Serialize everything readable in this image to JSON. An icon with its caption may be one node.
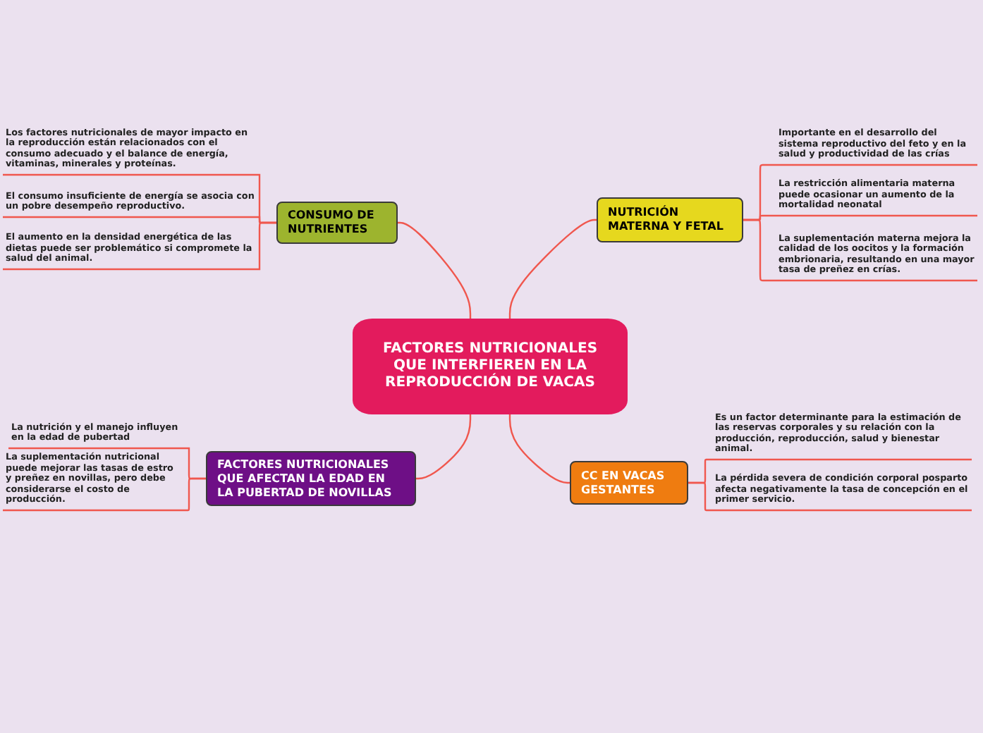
{
  "diagram": {
    "nodes": [
      {
        "text": [
          "FACTORES NUTRICIONALES QUE INTERFIEREN EN LA REPRODUCCIÓN DE VACAS"
        ]
      },
      {
        "text": [
          "CONSUMO DE NUTRIENTES"
        ]
      },
      {
        "text": [
          "NUTRICIÓN MATERNA Y FETAL"
        ]
      },
      {
        "text": [
          "FACTORES NUTRICIONALES QUE AFECTAN LA EDAD EN LA PUBERTAD DE NOVILLAS"
        ]
      },
      {
        "text": [
          "CC EN VACAS GESTANTES"
        ]
      },
      {
        "text": [
          "Los factores nutricionales de mayor impacto en la reproducción están relacionados con el consumo adecuado y el balance de energía, vitaminas, minerales y proteínas."
        ]
      },
      {
        "text": [
          "El consumo insuficiente de energía se asocia con un pobre desempeño reproductivo."
        ]
      },
      {
        "text": [
          "El aumento en la densidad energética de las dietas puede ser problemático si compromete la salud del animal."
        ]
      },
      {
        "text": [
          "Importante en el desarrollo del sistema reproductivo del feto y en la salud y productividad de las crías"
        ]
      },
      {
        "text": [
          "La restricción alimentaria materna puede ocasionar un aumento de la mortalidad neonatal"
        ]
      },
      {
        "text": [
          "La suplementación materna mejora la calidad de los oocitos y la formación embrionaria, resultando en una mayor tasa de preñez en crías."
        ]
      },
      {
        "text": [
          "La nutrición y el manejo influyen en la edad de pubertad"
        ]
      },
      {
        "text": [
          "La suplementación nutricional puede mejorar las tasas de estro y preñez en novillas, pero debe considerarse el costo de producción."
        ]
      },
      {
        "text": [
          "Es un factor determinante para la estimación de las reservas corporales y su relación con la producción, reproducción, salud y bienestar animal."
        ]
      },
      {
        "text": [
          "La pérdida severa de condición corporal posparto afecta negativamente la tasa de concepción en el primer servicio."
        ]
      }
    ],
    "edges": [
      {
        "from": 0,
        "to": 1,
        "arrow": "none"
      },
      {
        "from": 0,
        "to": 2,
        "arrow": "none"
      },
      {
        "from": 0,
        "to": 3,
        "arrow": "none"
      },
      {
        "from": 0,
        "to": 4,
        "arrow": "none"
      },
      {
        "from": 1,
        "to": 5,
        "arrow": "none"
      },
      {
        "from": 1,
        "to": 6,
        "arrow": "none"
      },
      {
        "from": 1,
        "to": 7,
        "arrow": "none"
      },
      {
        "from": 2,
        "to": 8,
        "arrow": "none"
      },
      {
        "from": 2,
        "to": 9,
        "arrow": "none"
      },
      {
        "from": 2,
        "to": 10,
        "arrow": "none"
      },
      {
        "from": 3,
        "to": 11,
        "arrow": "none"
      },
      {
        "from": 3,
        "to": 12,
        "arrow": "none"
      },
      {
        "from": 4,
        "to": 13,
        "arrow": "none"
      },
      {
        "from": 4,
        "to": 14,
        "arrow": "none"
      }
    ]
  }
}
